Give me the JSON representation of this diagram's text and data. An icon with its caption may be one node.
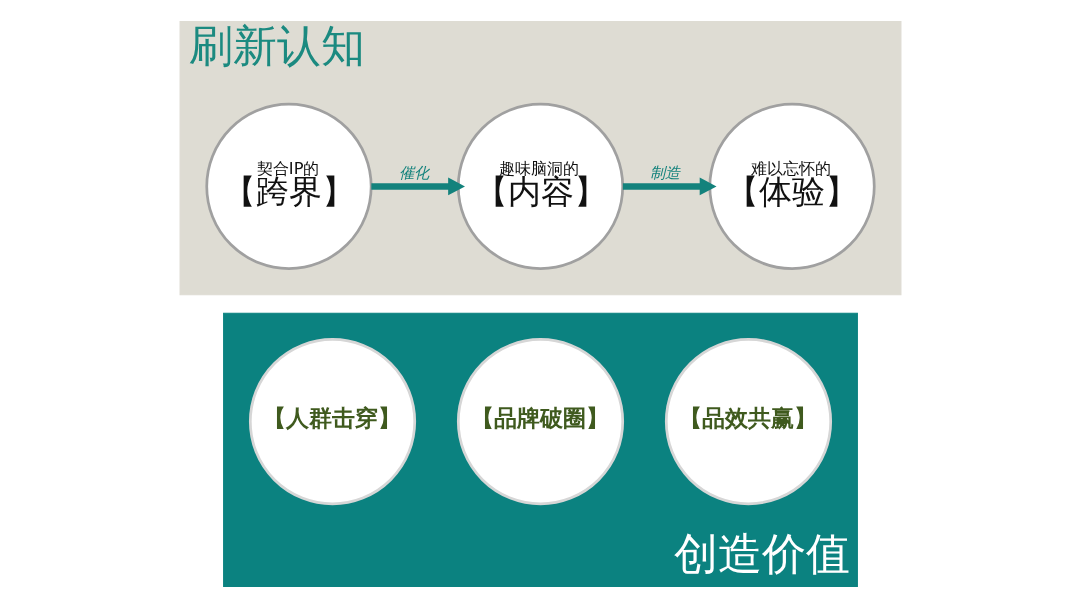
{
  "diagram": {
    "nodes": [
      {
        "text": [
          "刷新认知"
        ]
      },
      {
        "text": [
          "契合IP的",
          "【跨界】"
        ],
        "in": 0
      },
      {
        "text": [
          "趣味脑洞的",
          "【内容】"
        ],
        "in": 0
      },
      {
        "text": [
          "难以忘怀的",
          "【体验】"
        ],
        "in": 0
      },
      {
        "text": [
          "创造价值"
        ]
      },
      {
        "text": [
          "【人群击穿】"
        ],
        "in": 4
      },
      {
        "text": [
          "【品牌破圈】"
        ],
        "in": 4
      },
      {
        "text": [
          "【品效共赢】"
        ],
        "in": 4
      }
    ],
    "edges": [
      {
        "from": 1,
        "to": 2,
        "arrow": "to",
        "label": "催化"
      },
      {
        "from": 2,
        "to": 3,
        "arrow": "to",
        "label": "制造"
      }
    ]
  }
}
